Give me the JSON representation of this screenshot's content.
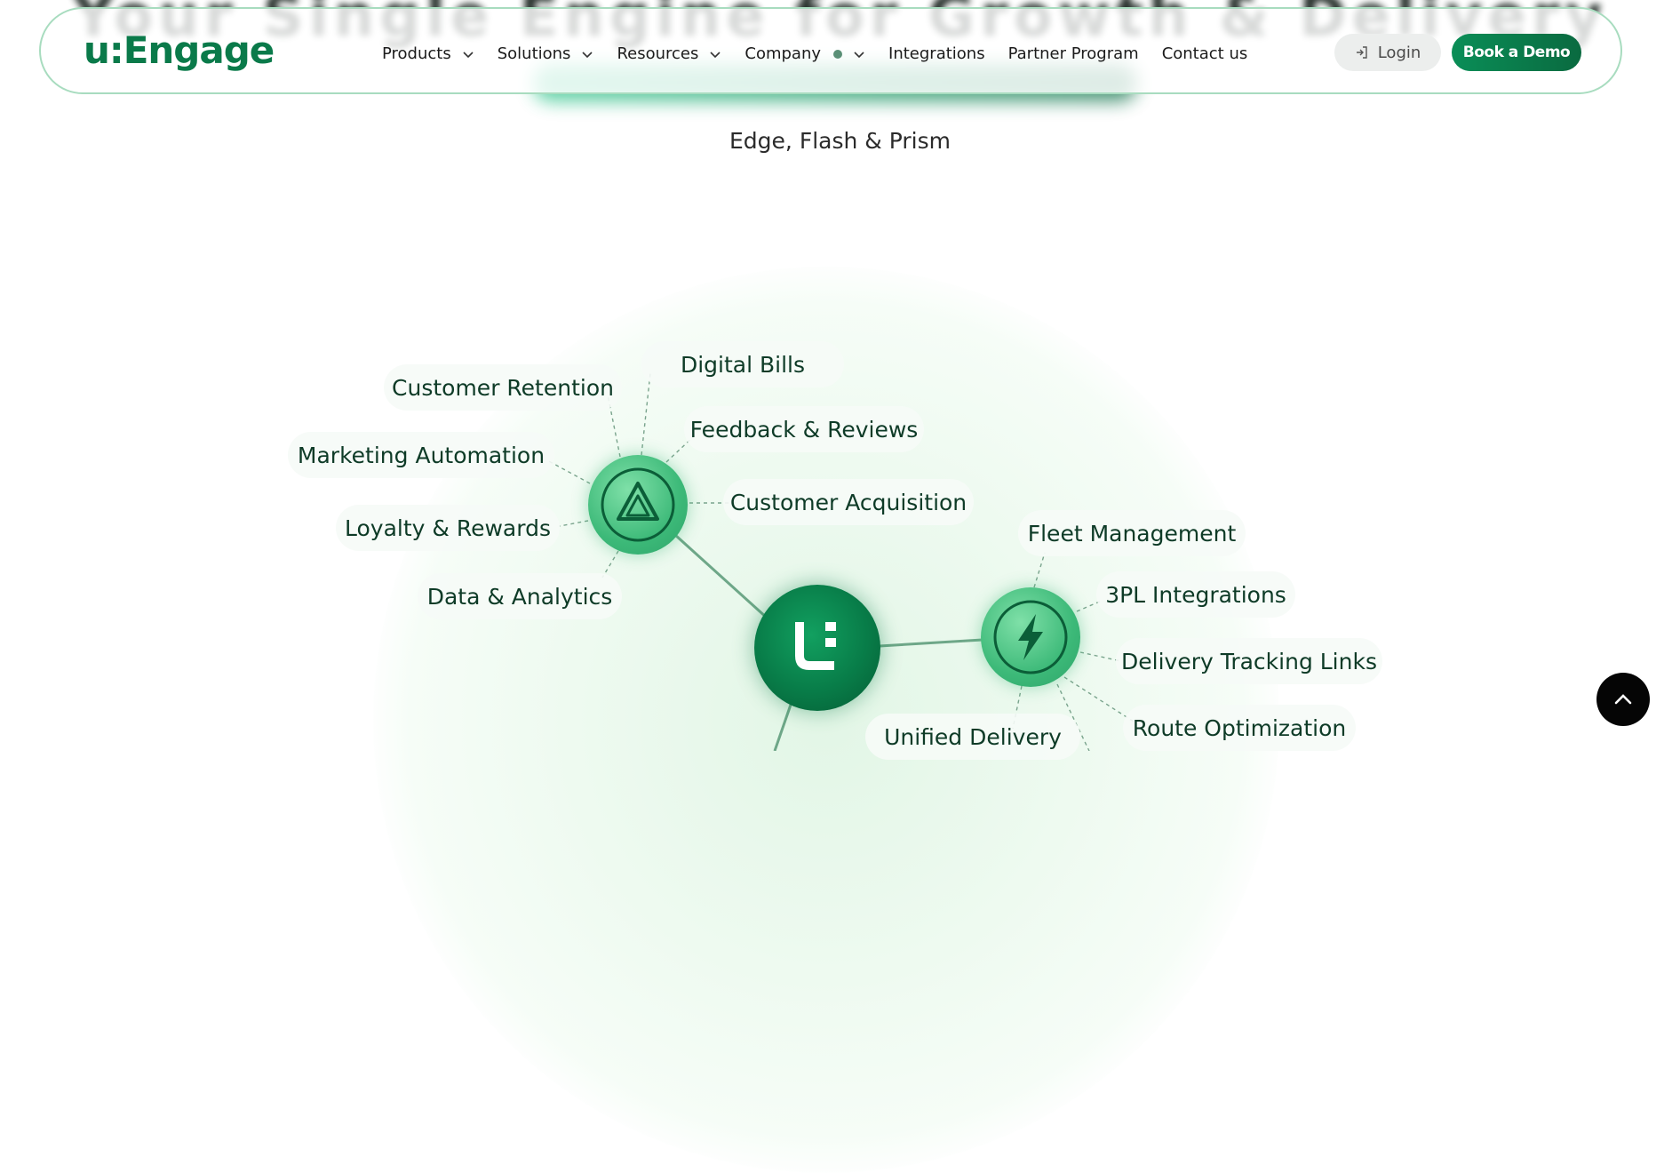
{
  "hero": {
    "subtitle": "Edge, Flash & Prism"
  },
  "nav": {
    "logo": "u:Engage",
    "links": [
      {
        "label": "Products",
        "has_chevron": true
      },
      {
        "label": "Solutions",
        "has_chevron": true
      },
      {
        "label": "Resources",
        "has_chevron": true
      },
      {
        "label": "Company",
        "has_chevron": true
      },
      {
        "label": "Integrations",
        "has_chevron": false
      },
      {
        "label": "Partner Program",
        "has_chevron": false
      },
      {
        "label": "Contact us",
        "has_chevron": false
      }
    ],
    "login_label": "Login",
    "demo_label": "Book a Demo"
  },
  "diagram": {
    "left_hub_features": [
      "Digital Bills",
      "Customer Retention",
      "Feedback & Reviews",
      "Marketing Automation",
      "Customer Acquisition",
      "Loyalty & Rewards",
      "Data & Analytics"
    ],
    "right_hub_features": [
      "Fleet Management",
      "3PL Integrations",
      "Delivery Tracking Links",
      "Route Optimization",
      "Unified Delivery"
    ],
    "icons": {
      "left_hub": "triangle-prism-icon",
      "right_hub": "lightning-bolt-icon",
      "center_hub": "uengage-logo-icon"
    }
  },
  "colors": {
    "brand_green": "#0a7a4a",
    "accent_green": "#3cb978",
    "dark_green": "#055c34",
    "nav_border": "#a8dcbf"
  },
  "scroll_top_icon": "chevron-up-icon"
}
